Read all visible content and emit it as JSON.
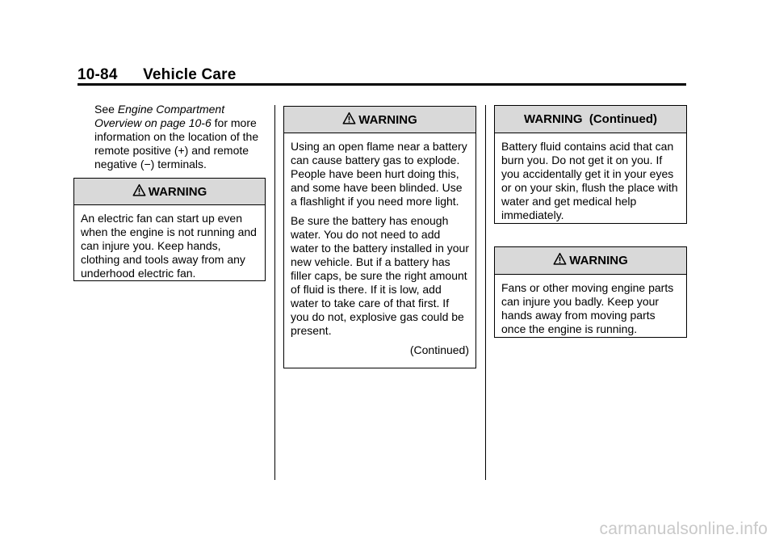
{
  "header": {
    "page_number": "10-84",
    "section_title": "Vehicle Care"
  },
  "intro": {
    "prefix": "See ",
    "link_text": "Engine Compartment Overview on page 10-6",
    "suffix": " for more information on the location of the remote positive (+) and remote negative (−) terminals."
  },
  "warnings": [
    {
      "title": "WARNING",
      "icon": "warning-triangle-icon",
      "paragraphs": [
        "An electric fan can start up even when the engine is not running and can injure you. Keep hands, clothing and tools away from any underhood electric fan."
      ]
    },
    {
      "title": "WARNING",
      "icon": "warning-triangle-icon",
      "paragraphs": [
        "Using an open flame near a battery can cause battery gas to explode. People have been hurt doing this, and some have been blinded. Use a flashlight if you need more light.",
        "Be sure the battery has enough water. You do not need to add water to the battery installed in your new vehicle. But if a battery has filler caps, be sure the right amount of fluid is there. If it is low, add water to take care of that first. If you do not, explosive gas could be present."
      ],
      "continued": "(Continued)"
    },
    {
      "title": "WARNING  (Continued)",
      "paragraphs": [
        "Battery fluid contains acid that can burn you. Do not get it on you. If you accidentally get it in your eyes or on your skin, flush the place with water and get medical help immediately."
      ]
    },
    {
      "title": "WARNING",
      "icon": "warning-triangle-icon",
      "paragraphs": [
        "Fans or other moving engine parts can injure you badly. Keep your hands away from moving parts once the engine is running."
      ]
    }
  ],
  "watermark": "carmanualsonline.info"
}
